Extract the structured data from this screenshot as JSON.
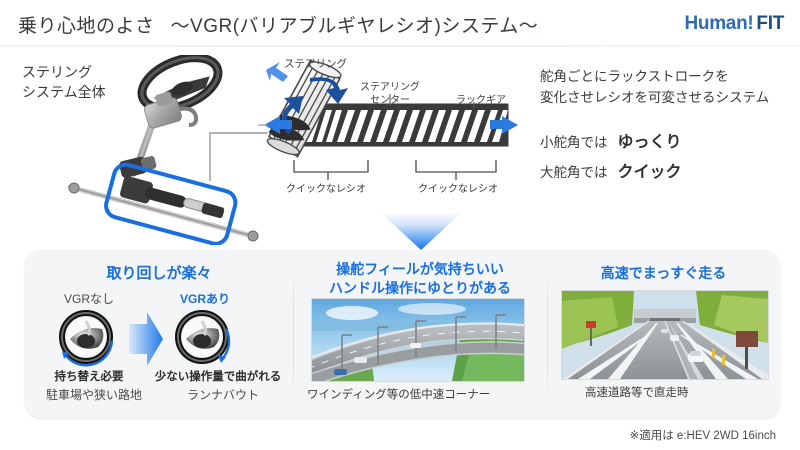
{
  "header": {
    "title_main": "乗り心地のよさ",
    "title_sub": "〜VGR(バリアブルギヤレシオ)システム〜",
    "brand_1": "Human!",
    "brand_2": "FIT",
    "brand_color_1": "#2b6cb5",
    "brand_color_2": "#1b4f86"
  },
  "diagram": {
    "system_label_line1": "ステリング",
    "system_label_line2": "システム全体",
    "steering_label": "ステアリング",
    "steering_center_line1": "ステアリング",
    "steering_center_line2": "センター",
    "rack_gear_label": "ラックギア",
    "ratio_label_left": "クイックなレシオ",
    "ratio_label_right": "クイックなレシオ",
    "accent_blue": "#1a6fe0",
    "deep_blue": "#1c4f9c"
  },
  "description": {
    "line1": "舵角ごとにラックストロークを",
    "line2": "変化させレシオを可変させるシステム",
    "pairs": [
      {
        "small": "小舵角では",
        "big": "ゆっくり"
      },
      {
        "small": "大舵角では",
        "big": "クイック"
      }
    ]
  },
  "panel": {
    "columns": [
      {
        "heading": "取り回しが楽々",
        "vgr_off_label": "VGRなし",
        "vgr_on_label": "VGRあり",
        "caption_bold_left": "持ち替え必要",
        "caption_bold_right": "少ない操作量で曲がれる",
        "caption_sub_left": "駐車場や狭い路地",
        "caption_sub_right": "ランナバウト"
      },
      {
        "heading_line1": "操舵フィールが気持ちいい",
        "heading_line2": "ハンドル操作にゆとりがある",
        "photo_caption": "ワインディング等の低中速コーナー"
      },
      {
        "heading": "高速でまっすぐ走る",
        "photo_caption": "高速道路等で直走時"
      }
    ]
  },
  "footnote": "※適用は e:HEV 2WD 16inch"
}
